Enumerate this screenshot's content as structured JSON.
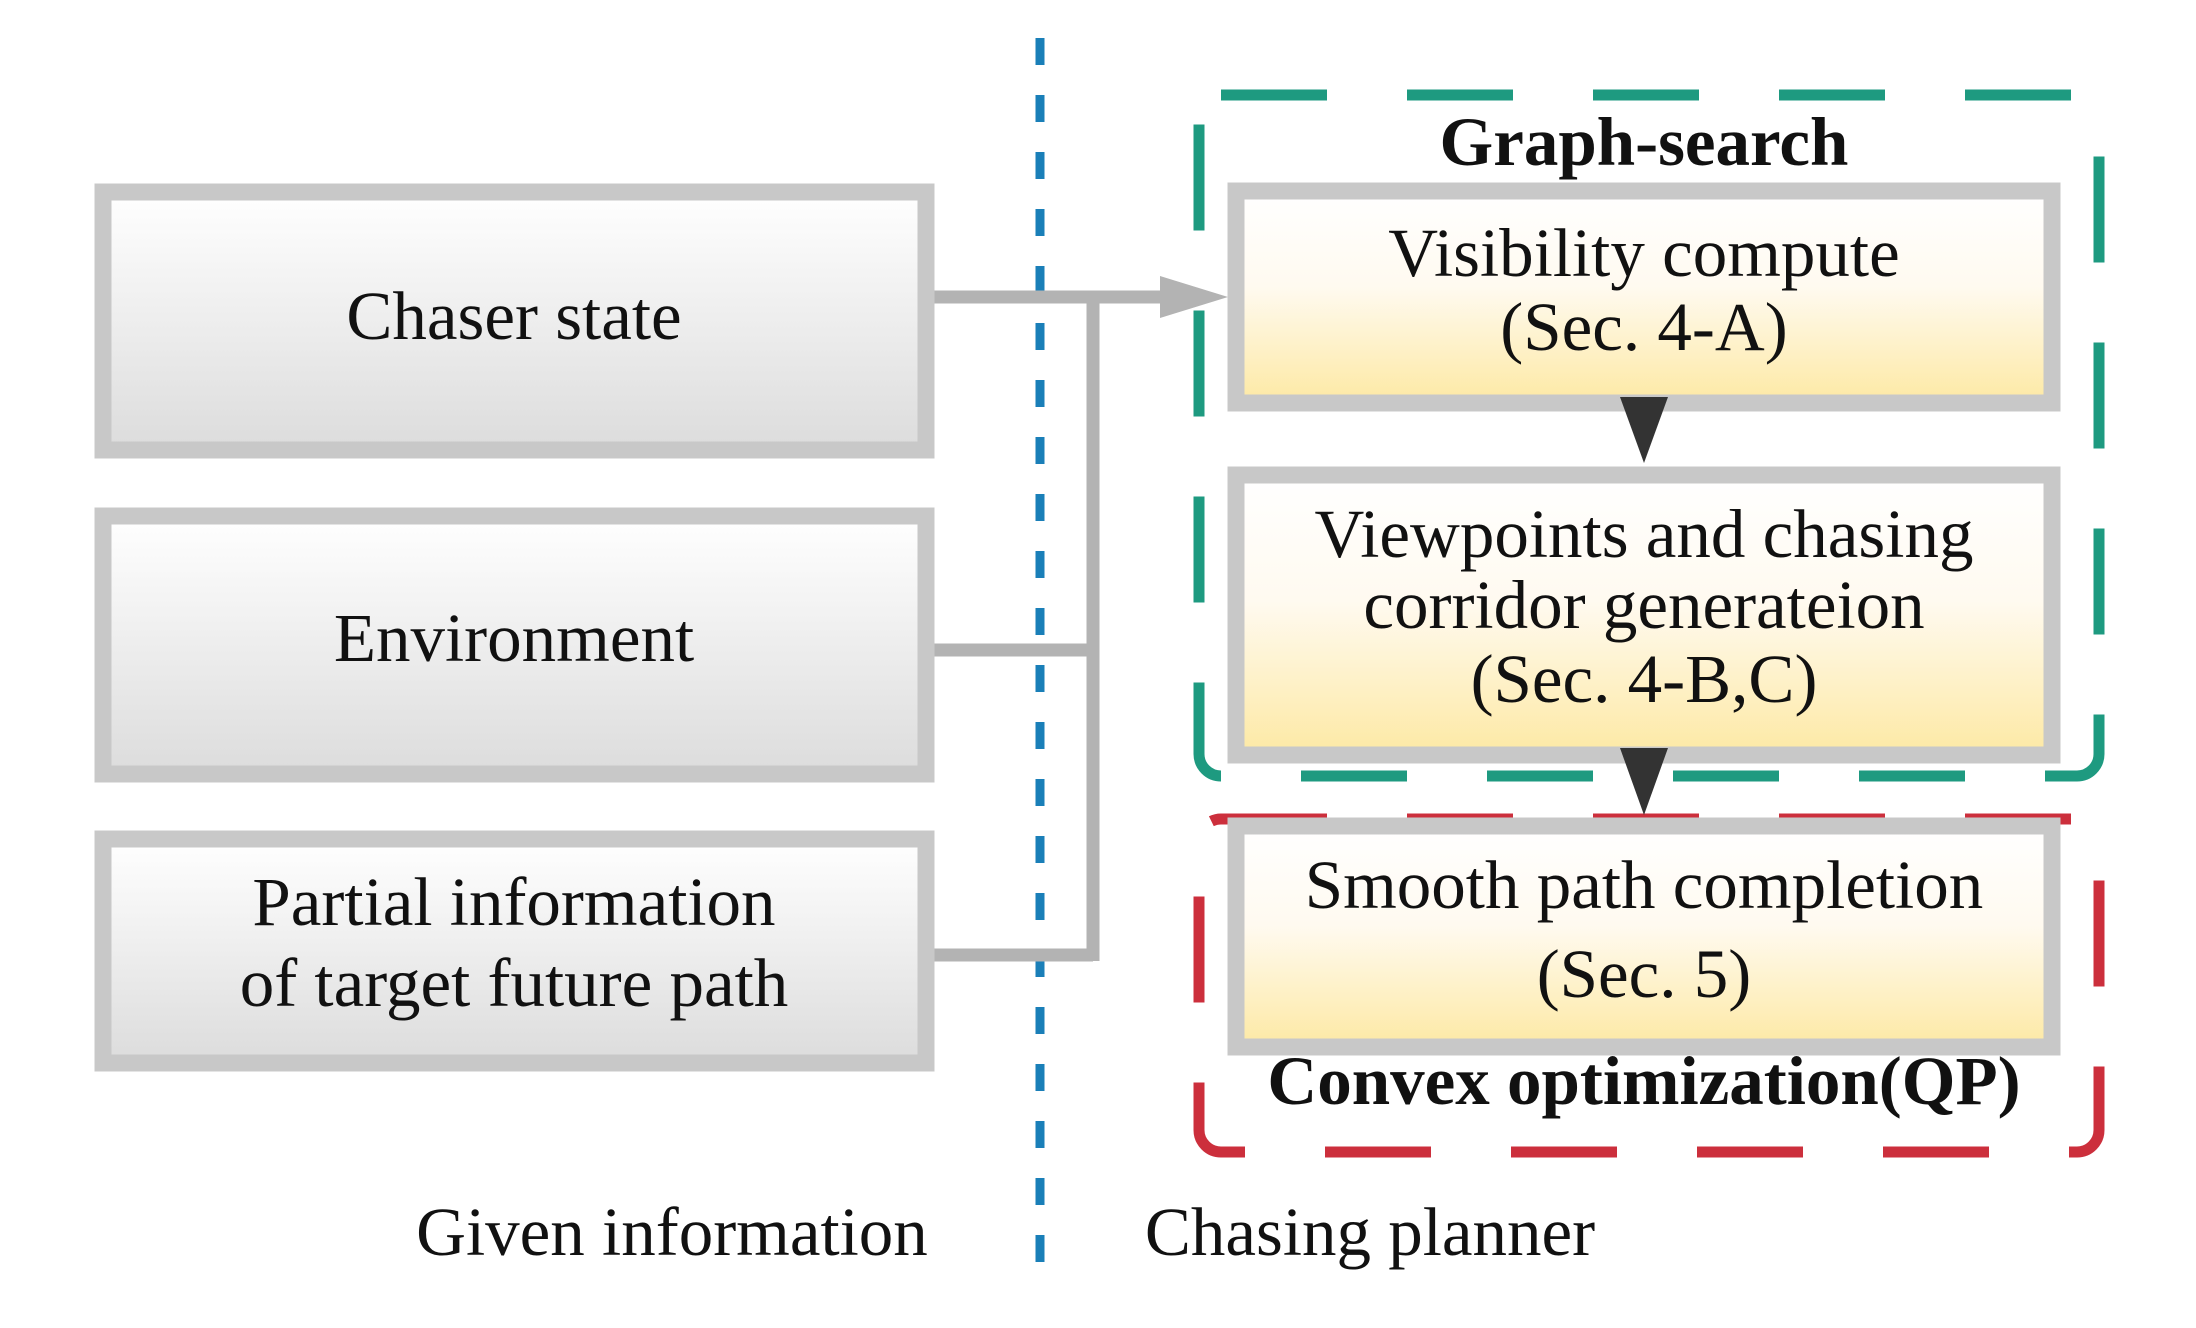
{
  "inputs": {
    "chaser_state": "Chaser state",
    "environment": "Environment",
    "partial_info": [
      "Partial information",
      "of target future path"
    ]
  },
  "planner": {
    "graph_search_label": "Graph-search",
    "visibility": [
      "Visibility compute",
      "(Sec. 4-A)"
    ],
    "viewpoints": [
      "Viewpoints and chasing",
      "corridor generateion",
      "(Sec. 4-B,C)"
    ],
    "smooth": [
      "Smooth path completion",
      "(Sec. 5)"
    ],
    "convex_label": "Convex optimization(QP)"
  },
  "section_labels": {
    "given": "Given information",
    "planner": "Chasing planner"
  },
  "colors": {
    "divider_blue": "#1a7fb8",
    "graph_search_green": "#1e9a80",
    "convex_red": "#cc2f3c",
    "connector_gray": "#b3b3b3",
    "box_border_gray": "#c8c8c8",
    "planner_box_fill": "#fdeaa6",
    "arrow_dark": "#333333"
  }
}
